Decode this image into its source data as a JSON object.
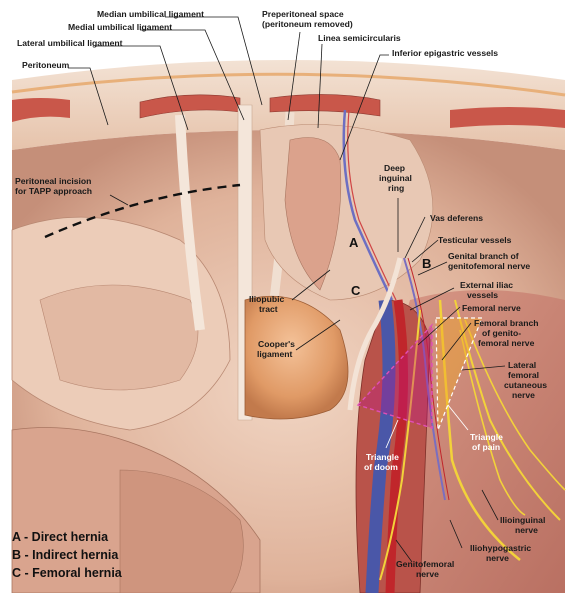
{
  "labels": {
    "median_umbilical": "Median umbilical ligament",
    "medial_umbilical": "Medial umbilical ligament",
    "lateral_umbilical": "Lateral umbilical ligament",
    "peritoneum": "Peritoneum",
    "preperitoneal_1": "Preperitoneal space",
    "preperitoneal_2": "(peritoneum removed)",
    "linea_semicircularis": "Linea semicircularis",
    "inferior_epigastric": "Inferior epigastric vessels",
    "incision_1": "Peritoneal incision",
    "incision_2": "for TAPP approach",
    "deep_ring_1": "Deep",
    "deep_ring_2": "inguinal",
    "deep_ring_3": "ring",
    "vas_deferens": "Vas deferens",
    "testicular": "Testicular vessels",
    "genital_branch_1": "Genital branch of",
    "genital_branch_2": "genitofemoral nerve",
    "external_iliac_1": "External iliac",
    "external_iliac_2": "vessels",
    "femoral_nerve": "Femoral nerve",
    "femoral_branch_1": "Femoral branch",
    "femoral_branch_2": "of genito-",
    "femoral_branch_3": "femoral nerve",
    "lateral_femoral_1": "Lateral",
    "lateral_femoral_2": "femoral",
    "lateral_femoral_3": "cutaneous",
    "lateral_femoral_4": "nerve",
    "iliopubic_1": "Iliopubic",
    "iliopubic_2": "tract",
    "coopers_1": "Cooper's",
    "coopers_2": "ligament",
    "triangle_doom_1": "Triangle",
    "triangle_doom_2": "of doom",
    "triangle_pain_1": "Triangle",
    "triangle_pain_2": "of pain",
    "ilioinguinal_1": "Ilioinguinal",
    "ilioinguinal_2": "nerve",
    "iliohypogastric_1": "Iliohypogastric",
    "iliohypogastric_2": "nerve",
    "genitofemoral_1": "Genitofemoral",
    "genitofemoral_2": "nerve",
    "letter_a": "A",
    "letter_b": "B",
    "letter_c": "C"
  },
  "legend": [
    "A - Direct hernia",
    "B - Indirect hernia",
    "C - Femoral hernia"
  ],
  "colors": {
    "muscle": "#c9574a",
    "tissue": "#e9c3ae",
    "vein": "#4a57a8",
    "artery": "#c0262b",
    "nerve": "#f2d23a",
    "triangle_doom": "#c0158a",
    "triangle_pain": "#f0a72a"
  }
}
